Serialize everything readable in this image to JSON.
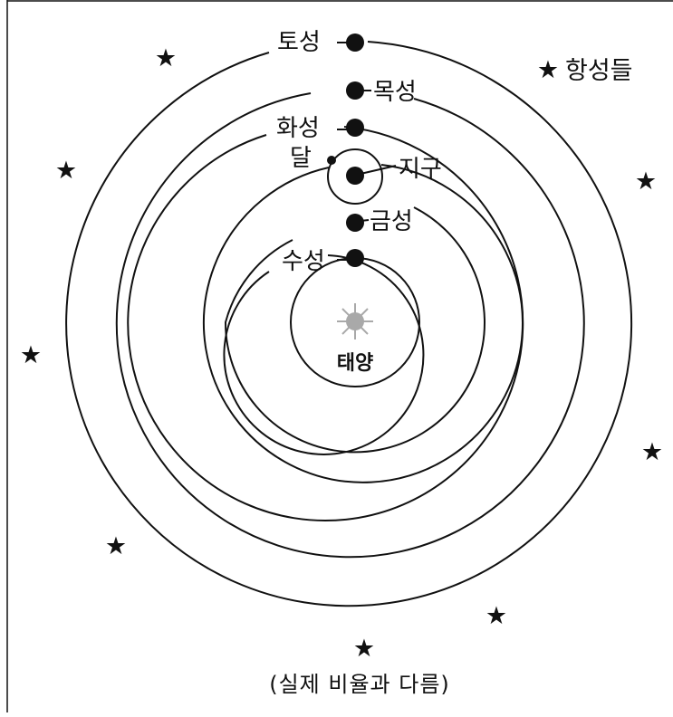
{
  "diagram": {
    "sun": {
      "label": "태양"
    },
    "planets": [
      {
        "id": "mercury",
        "label": "수성"
      },
      {
        "id": "venus",
        "label": "금성"
      },
      {
        "id": "earth",
        "label": "지구"
      },
      {
        "id": "mars",
        "label": "화성"
      },
      {
        "id": "jupiter",
        "label": "목성"
      },
      {
        "id": "saturn",
        "label": "토성"
      }
    ],
    "moon": {
      "label": "달"
    },
    "fixed_stars": {
      "label": "항성들",
      "symbol": "★"
    },
    "note": "(실제 비율과 다름)",
    "colors": {
      "line": "#111111",
      "sun": "#a9a9a9",
      "background": "#ffffff"
    }
  }
}
